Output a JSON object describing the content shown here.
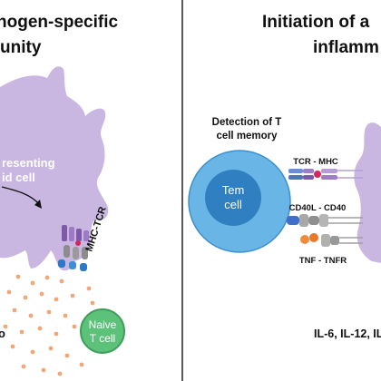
{
  "left_panel": {
    "title_line1": "hogen-specific",
    "title_line2": "unity",
    "cell_label_line1": "resenting",
    "cell_label_line2": "id cell",
    "mhc_tcr_label": "MHC-TCR",
    "naive_label_line1": "Naive",
    "naive_label_line2": "T cell",
    "edge_fragment": "o"
  },
  "right_panel": {
    "title_line1": "Initiation of a",
    "title_line2": "inflamm",
    "detection_label_line1": "Detection of T",
    "detection_label_line2": "cell memory",
    "tem_label_line1": "Tem",
    "tem_label_line2": "cell",
    "tcr_mhc_label": "TCR - MHC",
    "cd40_label": "CD40L - CD40",
    "tnf_label": "TNF - TNFR",
    "cytokines_label": "IL-6, IL-12, IL-"
  },
  "colors": {
    "apc_purple": "#c9b7e2",
    "tem_outer": "#69b5e6",
    "tem_inner": "#2f7fc1",
    "naive_green": "#5cc27a",
    "naive_outline": "#3e9d5a",
    "dot_orange": "#f0a77a",
    "divider": "#222222"
  }
}
